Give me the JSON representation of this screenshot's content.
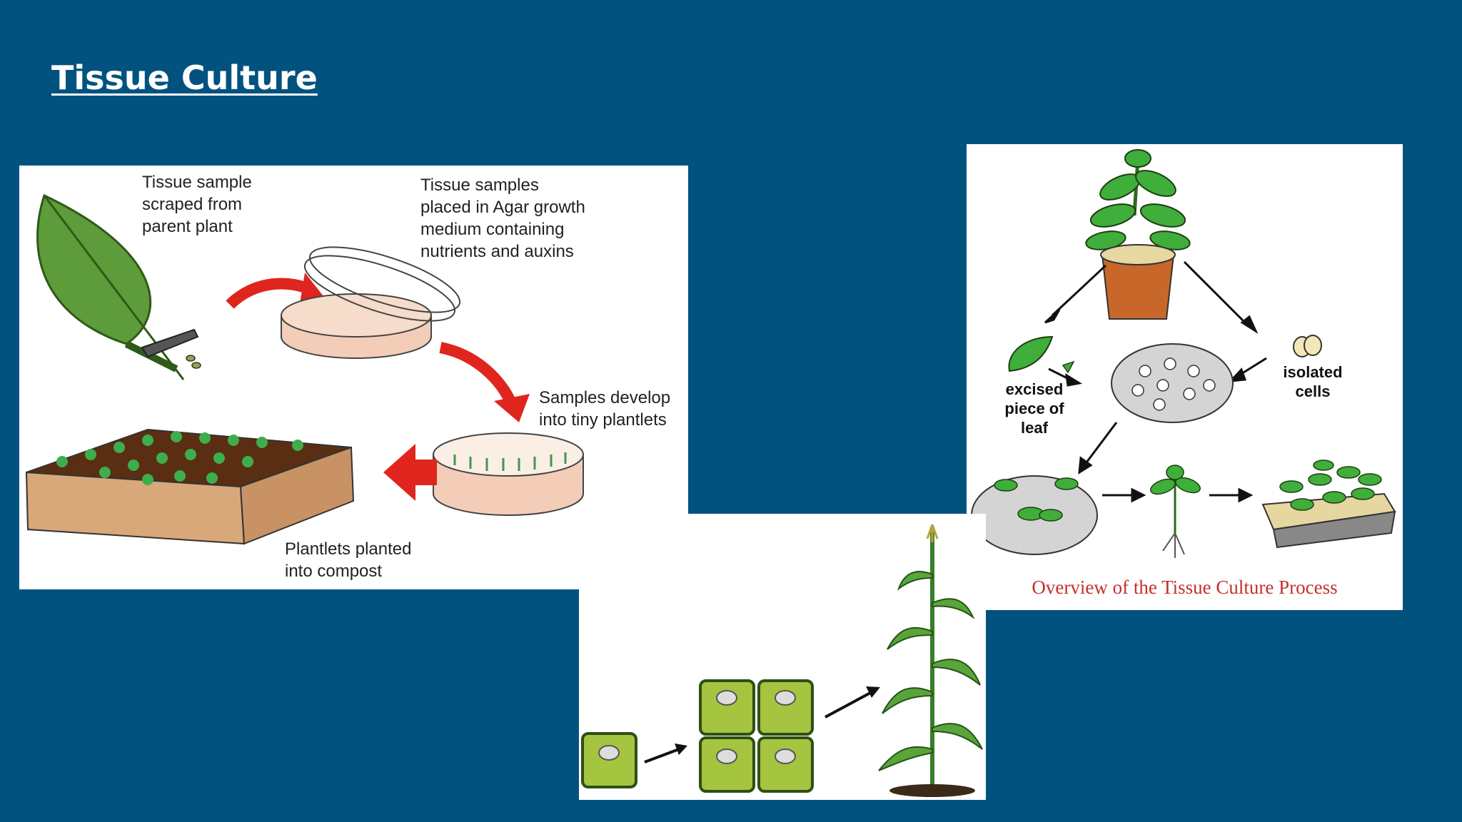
{
  "slide": {
    "title": "Tissue Culture"
  },
  "diagram_left": {
    "labels": {
      "sample_scraped": "Tissue sample\nscraped from\nparent plant",
      "agar": "Tissue samples\nplaced in Agar growth\nmedium containing\nnutrients and auxins",
      "develop": "Samples develop\ninto tiny plantlets",
      "compost": "Plantlets planted\ninto compost"
    }
  },
  "diagram_right": {
    "labels": {
      "excised_leaf": "excised\npiece of\nleaf",
      "isolated_cells": "isolated\ncells"
    },
    "caption": "Overview of the Tissue Culture Process"
  }
}
